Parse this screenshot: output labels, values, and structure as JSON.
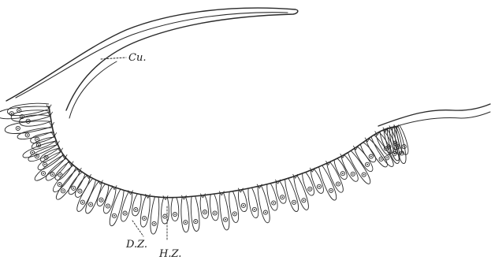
{
  "figure": {
    "labels": {
      "cuticle": "Cu.",
      "dz": "D.Z.",
      "hz": "H.Z."
    },
    "ink_color": "#2a2a2a",
    "background": "#ffffff"
  }
}
